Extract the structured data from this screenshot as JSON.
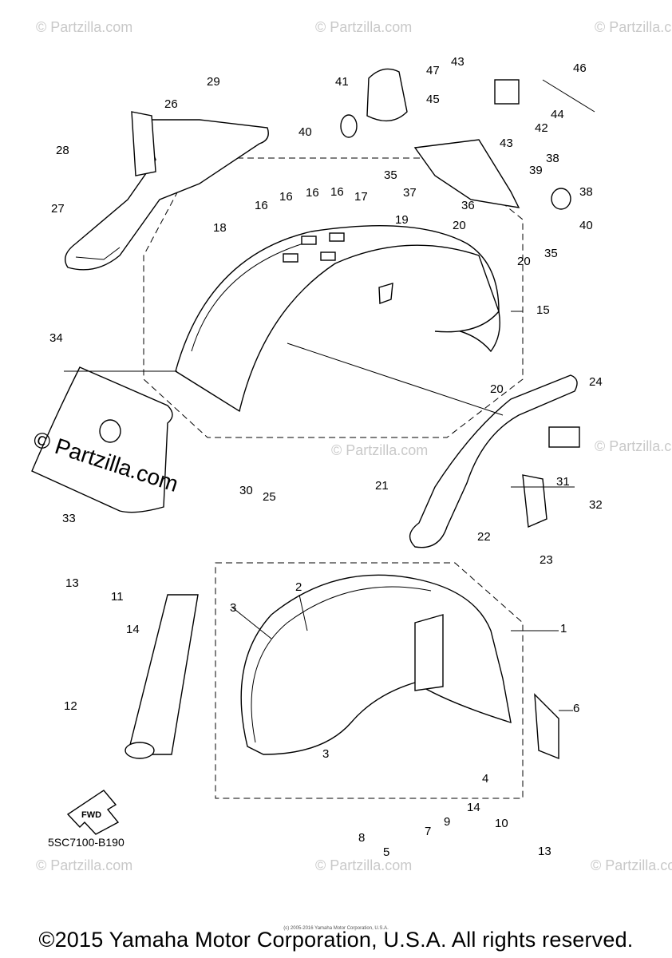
{
  "diagram": {
    "part_code": "5SC7100-B190",
    "fwd_label": "FWD",
    "watermark": "© Partzilla.com",
    "callouts": [
      "1",
      "2",
      "3",
      "3",
      "4",
      "5",
      "6",
      "7",
      "8",
      "9",
      "10",
      "11",
      "12",
      "13",
      "13",
      "14",
      "14",
      "15",
      "16",
      "16",
      "16",
      "16",
      "17",
      "18",
      "19",
      "20",
      "20",
      "20",
      "21",
      "22",
      "23",
      "24",
      "25",
      "26",
      "27",
      "28",
      "29",
      "30",
      "31",
      "32",
      "33",
      "34",
      "35",
      "35",
      "36",
      "37",
      "38",
      "38",
      "39",
      "40",
      "40",
      "41",
      "42",
      "43",
      "43",
      "44",
      "45",
      "46",
      "47"
    ]
  },
  "footer": {
    "copyright": "©2015 Yamaha Motor Corporation, U.S.A. All rights reserved.",
    "small_copyright": "(c) 2005-2016 Yamaha Motor Corporation, U.S.A."
  }
}
